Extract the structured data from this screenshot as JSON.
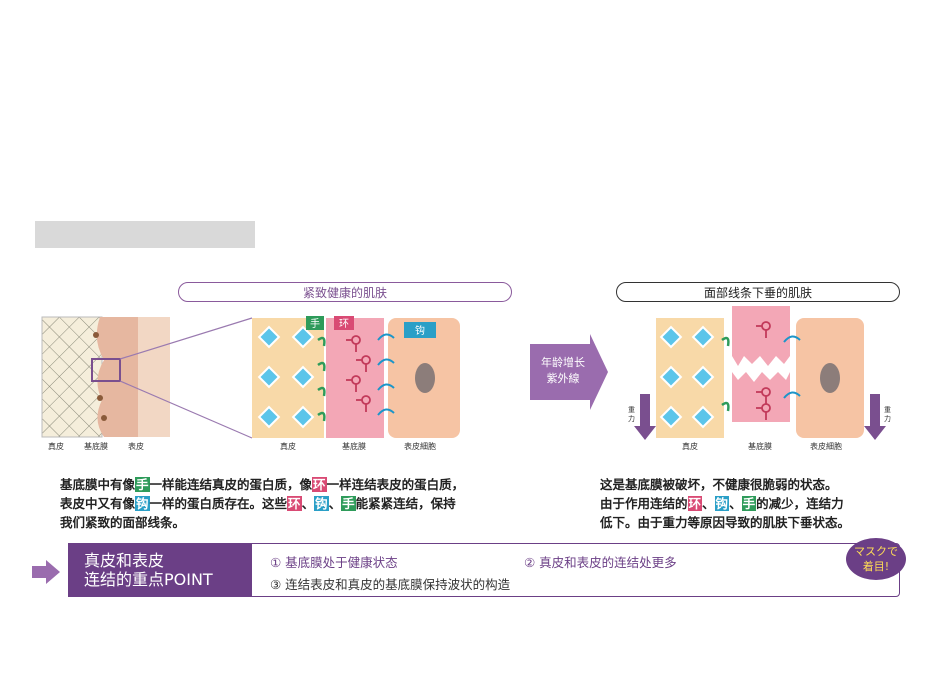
{
  "titles": {
    "healthy": "紧致健康的肌肤",
    "sagging": "面部线条下垂的肌肤"
  },
  "labels": {
    "zhenpi": "真皮",
    "jidimo": "基底膜",
    "biaopi": "表皮",
    "biaopixibao": "表皮細胞",
    "shou": "手",
    "huan": "环",
    "gou": "钩",
    "gravity_1": "重",
    "gravity_2": "力"
  },
  "arrow_text": {
    "line1": "年龄增长",
    "line2": "紫外線"
  },
  "left_paragraph": {
    "l1_a": "基底膜中有像",
    "l1_tag1": "手",
    "l1_b": "一样能连结真皮的蛋白质，像",
    "l1_tag2": "环",
    "l1_c": "一样连结表皮的蛋白质，",
    "l2_a": "表皮中又有像",
    "l2_tag1": "钩",
    "l2_b": "一样的蛋白质存在。这些",
    "l2_tag2": "环",
    "l2_sep1": "、",
    "l2_tag3": "钩",
    "l2_sep2": "、",
    "l2_tag4": "手",
    "l2_c": "能紧紧连结，保持",
    "l3": "我们紧致的面部线条。"
  },
  "right_paragraph": {
    "l1": "这是基底膜被破坏，不健康很脆弱的状态。",
    "l2_a": "由于作用连结的",
    "l2_tag1": "环",
    "l2_sep1": "、",
    "l2_tag2": "钩",
    "l2_sep2": "、",
    "l2_tag3": "手",
    "l2_b": "的减少，连结力",
    "l3": "低下。由于重力等原因导致的肌肤下垂状态。"
  },
  "point": {
    "title_line1": "真皮和表皮",
    "title_line2": "连结的重点POINT",
    "item1": "① 基底膜处于健康状态",
    "item2": "② 真皮和表皮的连结处更多",
    "item3": "③ 连结表皮和真皮的基底膜保持波状的构造"
  },
  "badge": {
    "line1": "マスクで",
    "line2": "着目!"
  },
  "colors": {
    "purple": "#6b3f86",
    "green_tag": "#2e9b5a",
    "pink_tag": "#d94a74",
    "blue_tag": "#2a9fc7"
  }
}
